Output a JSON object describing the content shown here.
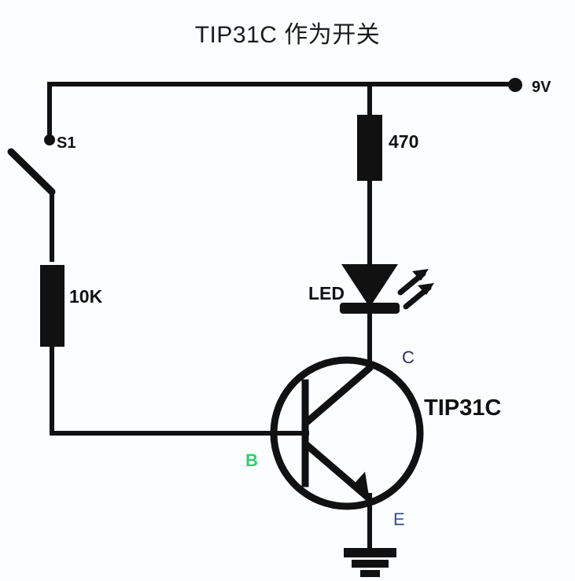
{
  "diagram": {
    "title": "TIP31C 作为开关",
    "background_color": "#fbfdff",
    "line_color": "#111111"
  },
  "labels": {
    "supply": "9V",
    "switch": "S1",
    "resistor_led": "470",
    "resistor_base": "10K",
    "led": "LED",
    "transistor_part": "TIP31C",
    "terminal_collector": "C",
    "terminal_base": "B",
    "terminal_emitter": "E"
  },
  "label_colors": {
    "terminal_collector": "#2b2b6e",
    "terminal_base": "#35cc6a",
    "terminal_emitter": "#3a4c9e",
    "text": "#111111"
  },
  "components": [
    {
      "name": "supply-terminal",
      "type": "node",
      "label": "9V"
    },
    {
      "name": "switch-s1",
      "type": "spst-switch",
      "label": "S1",
      "state": "open"
    },
    {
      "name": "resistor-470",
      "type": "resistor",
      "label": "470",
      "unit": "ohm"
    },
    {
      "name": "resistor-10k",
      "type": "resistor",
      "label": "10K",
      "unit": "ohm"
    },
    {
      "name": "led-d1",
      "type": "led",
      "label": "LED"
    },
    {
      "name": "transistor-q1",
      "type": "npn-transistor",
      "label": "TIP31C"
    },
    {
      "name": "ground-symbol",
      "type": "ground",
      "label": ""
    }
  ]
}
